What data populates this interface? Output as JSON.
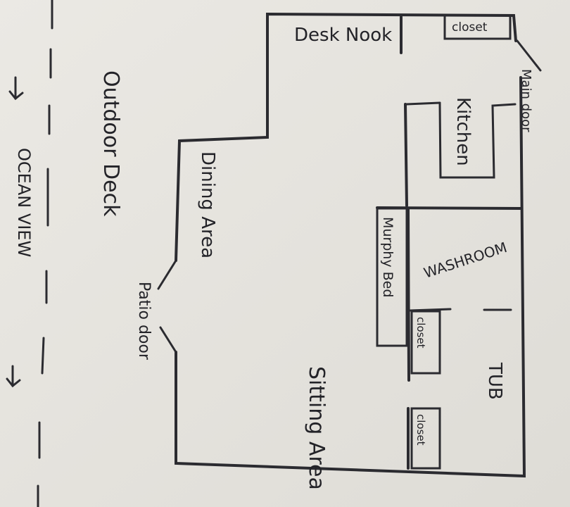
{
  "title": "Floor plan sketch",
  "rooms": {
    "desk_nook": "Desk Nook",
    "closet_top": "closet",
    "main_door": "Main door",
    "kitchen": "Kitchen",
    "dining_area": "Dining Area",
    "murphy_bed": "Murphy Bed",
    "washroom": "WASHROOM",
    "closet_washroom": "closet",
    "patio_door": "Patio door",
    "sitting_area": "Sitting Area",
    "tub": "TUB",
    "closet_bottom": "closet"
  },
  "outside": {
    "outdoor_deck": "Outdoor Deck",
    "ocean_view": "OCEAN VIEW"
  }
}
